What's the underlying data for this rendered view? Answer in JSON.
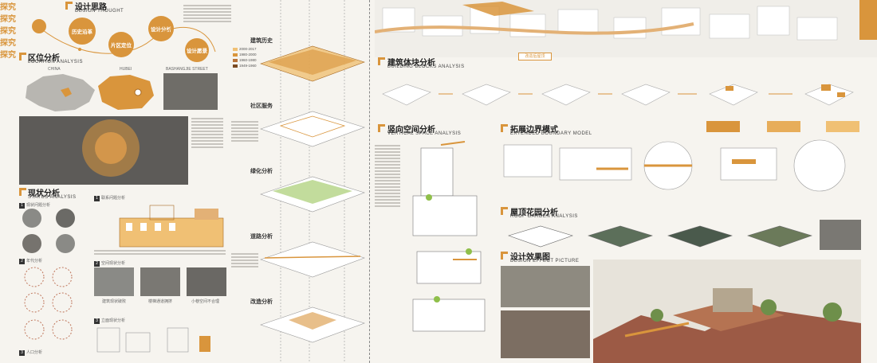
{
  "design_thought": {
    "cn": "设计思路",
    "en": "DESIGN THOUGHT",
    "circles": [
      "历史沿革",
      "片区定位",
      "设计分析",
      "设计愿景"
    ]
  },
  "location": {
    "cn": "区位分析",
    "en": "LOCATION ANALYSIS",
    "labels": [
      "CHINA",
      "HUBEI",
      "BASHANGJIE STREET"
    ]
  },
  "status": {
    "cn": "现状分析",
    "en": "STATUS ANALYSIS",
    "items": [
      "现状问题分析",
      "年代分析",
      "人口分析",
      "联系问题分析",
      "空间现状分析",
      "立面现状分析"
    ],
    "photo_captions": [
      "建筑现状破败",
      "楼梯通道拥挤",
      "小巷空间不合理"
    ]
  },
  "explore": {
    "mark": "探究",
    "titles": [
      "建筑历史",
      "社区服务",
      "绿化分析",
      "道路分析",
      "改造分析"
    ],
    "legend": [
      "2000-2017",
      "1980-2000",
      "1960-1980",
      "1949-1960"
    ]
  },
  "blocks": {
    "cn": "建筑体块分析",
    "en": "BUILDING BLOCKS ANALYSIS"
  },
  "vertical": {
    "cn": "竖向空间分析",
    "en": "VERTICAL SPACE ANALYSIS"
  },
  "boundary": {
    "cn": "拓展边界模式",
    "en": "EXTENDED BOUNDARY MODEL"
  },
  "roof": {
    "cn": "屋顶花园分析",
    "en": "ROOF GARDEN ANALYSIS"
  },
  "effect": {
    "cn": "设计效果图",
    "en": "DESIGN EFFECT PICTURE"
  },
  "tag_label": "改造后屋顶",
  "colors": {
    "accent": "#d9953c",
    "light": "#f0c074",
    "dark": "#a86a22",
    "green": "#8fbf4a"
  }
}
